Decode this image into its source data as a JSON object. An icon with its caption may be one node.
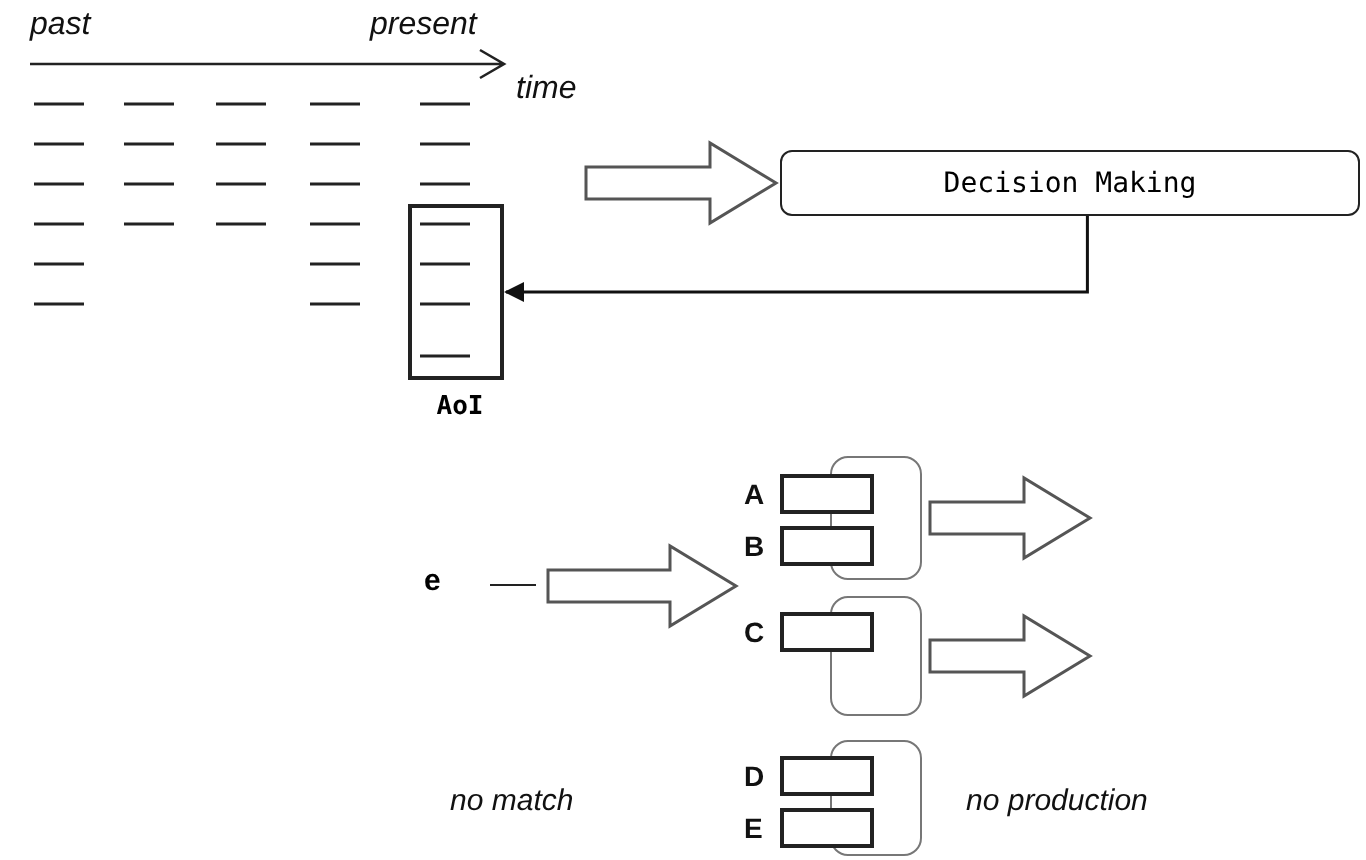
{
  "diagram": {
    "nodes": [
      {
        "text": [
          "Decision Making"
        ]
      },
      {
        "text": [
          "AoI"
        ]
      },
      {
        "text": [],
        "shape": "box"
      },
      {
        "text": [
          "A"
        ]
      },
      {
        "text": [
          "B"
        ]
      },
      {
        "text": [],
        "shape": "box"
      },
      {
        "text": [
          "C"
        ]
      },
      {
        "text": [],
        "shape": "box"
      },
      {
        "text": [
          "D"
        ]
      },
      {
        "text": [
          "E"
        ]
      },
      {
        "text": [
          "e"
        ]
      }
    ],
    "edges": [
      {
        "from": null,
        "to": 0,
        "arrow": "to",
        "style": "thick"
      },
      {
        "from": 0,
        "to": 1,
        "arrow": "to"
      },
      {
        "from": 10,
        "to": null,
        "arrow": "to",
        "style": "thick"
      },
      {
        "from": 2,
        "to": null,
        "arrow": "to",
        "style": "thick"
      },
      {
        "from": 5,
        "to": null,
        "arrow": "to",
        "style": "thick"
      }
    ],
    "labels": [
      "past",
      "present",
      "time",
      "no match",
      "no production"
    ]
  }
}
